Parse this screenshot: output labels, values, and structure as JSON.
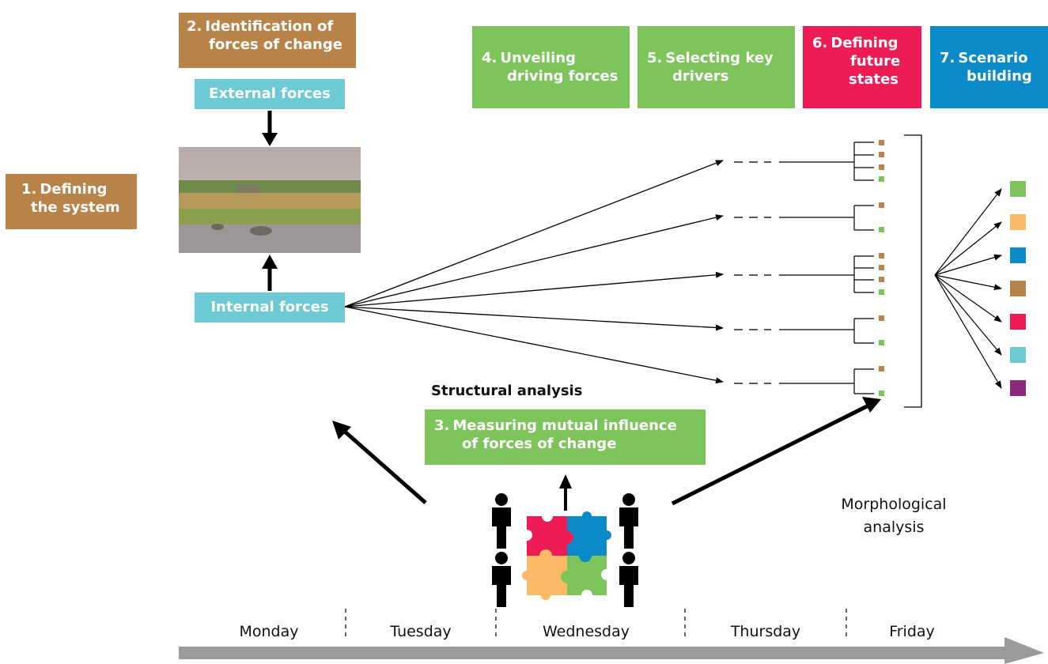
{
  "steps": {
    "s1": {
      "num": "1.",
      "text1": "Defining",
      "text2": "the system"
    },
    "s2": {
      "num": "2.",
      "text1": "Identification of",
      "text2": "forces of change"
    },
    "s3": {
      "num": "3.",
      "text1": "Measuring mutual influence",
      "text2": "of forces of change"
    },
    "s4": {
      "num": "4.",
      "text1": "Unveiling",
      "text2": "driving forces"
    },
    "s5": {
      "num": "5.",
      "text1": "Selecting key",
      "text2": "drivers"
    },
    "s6": {
      "num": "6.",
      "text1": "Defining",
      "text2": "future",
      "text3": "states"
    },
    "s7": {
      "num": "7.",
      "text1": "Scenario",
      "text2": "building"
    }
  },
  "forces": {
    "external": "External forces",
    "internal": "Internal forces"
  },
  "labels": {
    "structural": "Structural analysis",
    "morphological1": "Morphological",
    "morphological2": "analysis"
  },
  "days": [
    "Monday",
    "Tuesday",
    "Wednesday",
    "Thursday",
    "Friday"
  ],
  "colors": {
    "brown": "#b88348",
    "teal": "#6ccad4",
    "green": "#7dc45b",
    "red": "#ee1c55",
    "blue": "#0a8ac8",
    "orange": "#fbb866",
    "purple": "#8b2a7d",
    "gray": "#9a9a9a"
  },
  "scenario_colors": [
    "#7dc45b",
    "#fbb866",
    "#0a8ac8",
    "#b88348",
    "#ee1c55",
    "#6ccad4",
    "#8b2a7d"
  ],
  "icons": [
    "landscape-photo",
    "person-icon",
    "puzzle-icon"
  ]
}
